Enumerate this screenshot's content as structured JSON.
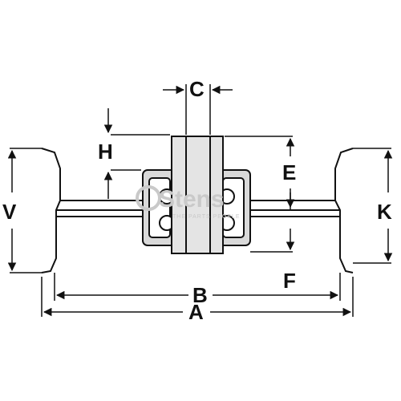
{
  "diagram": {
    "labels": {
      "a": "A",
      "b": "B",
      "c": "C",
      "e": "E",
      "f": "F",
      "h": "H",
      "k": "K",
      "v": "V"
    },
    "watermark": {
      "brand": "Stens",
      "tagline": "THE PARTS PEOPLE"
    },
    "colors": {
      "ink": "#111111",
      "fill": "#d8d8d8",
      "watermark": "#c9c9c9"
    }
  }
}
